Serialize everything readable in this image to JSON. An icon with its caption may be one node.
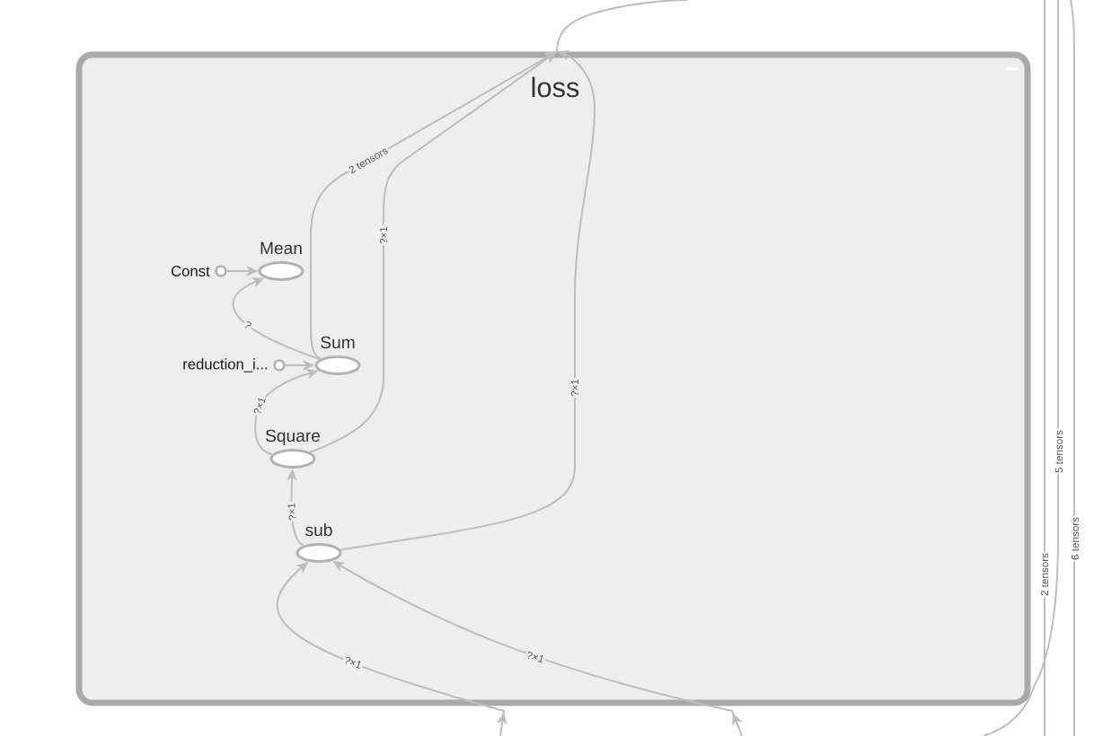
{
  "diagram": {
    "nodes": [
      {
        "text": [
          "loss"
        ]
      },
      {
        "text": [
          "Mean"
        ],
        "in": 0
      },
      {
        "text": [
          "Const"
        ],
        "in": 0
      },
      {
        "text": [
          "Sum"
        ],
        "in": 0
      },
      {
        "text": [
          "reduction_i..."
        ],
        "in": 0
      },
      {
        "text": [
          "Square"
        ],
        "in": 0
      },
      {
        "text": [
          "sub"
        ],
        "in": 0
      }
    ],
    "edges": [
      {
        "from": 2,
        "to": 1,
        "arrow": "to"
      },
      {
        "from": 4,
        "to": 3,
        "arrow": "to"
      },
      {
        "from": 3,
        "to": 1,
        "arrow": "to",
        "label": "?"
      },
      {
        "from": 5,
        "to": 3,
        "arrow": "to",
        "label": "?×1"
      },
      {
        "from": 6,
        "to": 5,
        "arrow": "to",
        "label": "?×1"
      },
      {
        "from": 3,
        "to": 0,
        "arrow": "to",
        "label": "2 tensors"
      },
      {
        "from": 5,
        "to": 0,
        "arrow": "to",
        "label": "?×1"
      },
      {
        "from": 6,
        "to": 0,
        "arrow": "to",
        "label": "?×1"
      },
      {
        "from": 0,
        "to": null,
        "arrow": "none"
      },
      {
        "from": null,
        "to": 6,
        "arrow": "to",
        "label": "?×1"
      },
      {
        "from": null,
        "to": 6,
        "arrow": "to",
        "label": "?×1"
      }
    ],
    "labels": [
      "5 tensors",
      "6 tensors",
      "2 tensors"
    ]
  }
}
